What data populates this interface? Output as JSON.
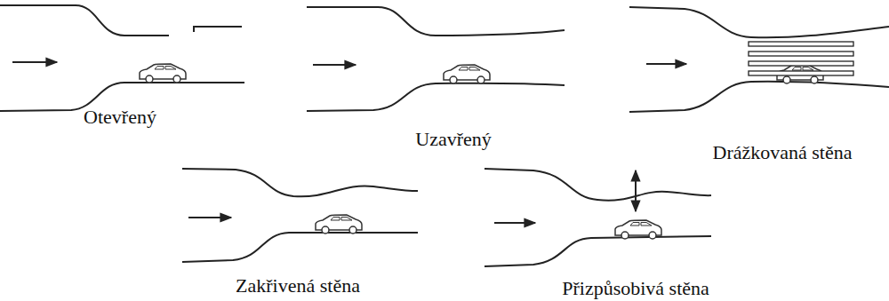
{
  "diagram": {
    "labels": [
      "Otevřený",
      "Uzavřený",
      "Drážkovaná stěna",
      "Zakřivená stěna",
      "Přizpůsobivá stěna"
    ]
  }
}
